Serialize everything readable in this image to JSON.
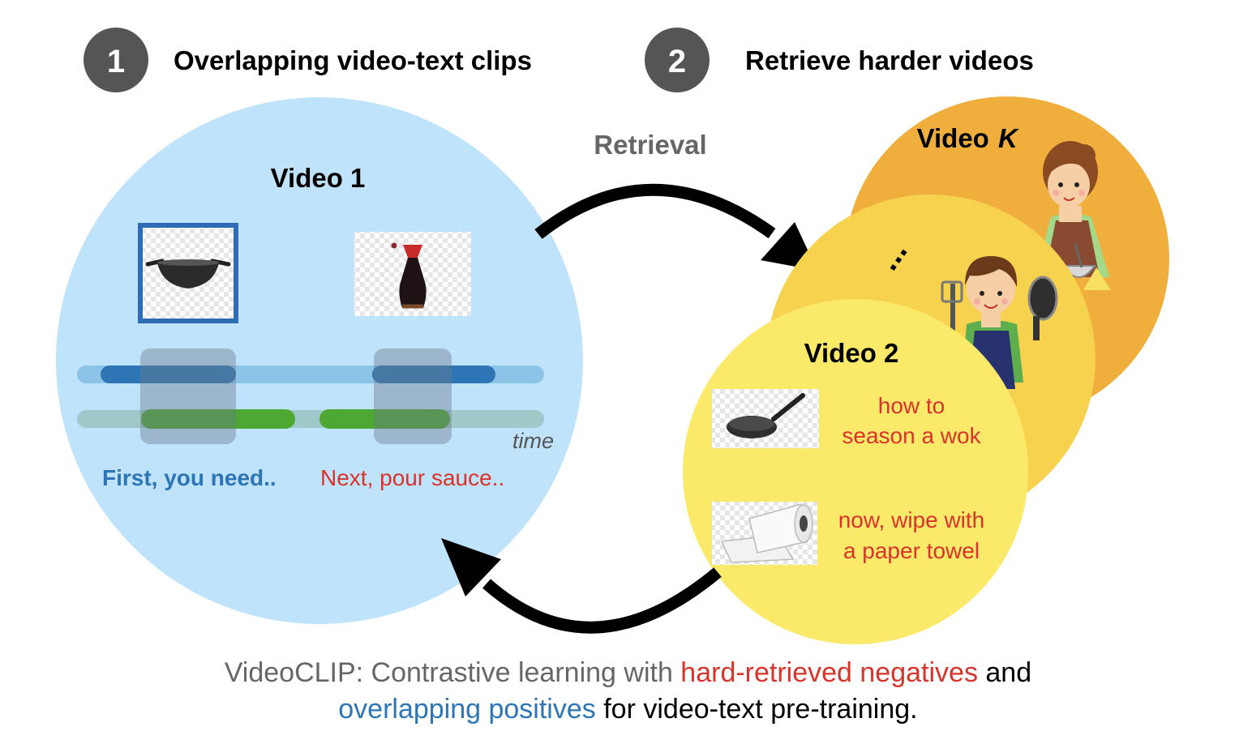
{
  "steps": [
    {
      "number": "1",
      "title": "Overlapping video-text clips"
    },
    {
      "number": "2",
      "title": "Retrieve harder videos"
    }
  ],
  "retrieval_label": "Retrieval",
  "video1": {
    "title": "Video 1",
    "time_label": "time",
    "caption_left": "First, you need..",
    "caption_right": "Next, pour sauce.."
  },
  "videoK": {
    "title_prefix": "Video ",
    "title_k": "K"
  },
  "ellipsis": "...",
  "video2": {
    "title": "Video 2",
    "caption1_line1": "how to",
    "caption1_line2": "season a wok",
    "caption2_line1": "now, wipe with",
    "caption2_line2": "a paper towel"
  },
  "bottom_caption": {
    "part1": "VideoCLIP: Contrastive learning with ",
    "part2_red": "hard-retrieved negatives",
    "part3": " and",
    "part4_blue": "overlapping positives",
    "part5": " for video-text pre-training."
  },
  "colors": {
    "step_circle": "#555555",
    "video1_bg": "#bfe3fa",
    "videoK_bg": "#f0ae3c",
    "middle_bg": "#f7d24f",
    "video2_bg": "#fbe96a",
    "blue_text": "#2e75b6",
    "red_text": "#d8342b",
    "gray_text": "#666666"
  }
}
